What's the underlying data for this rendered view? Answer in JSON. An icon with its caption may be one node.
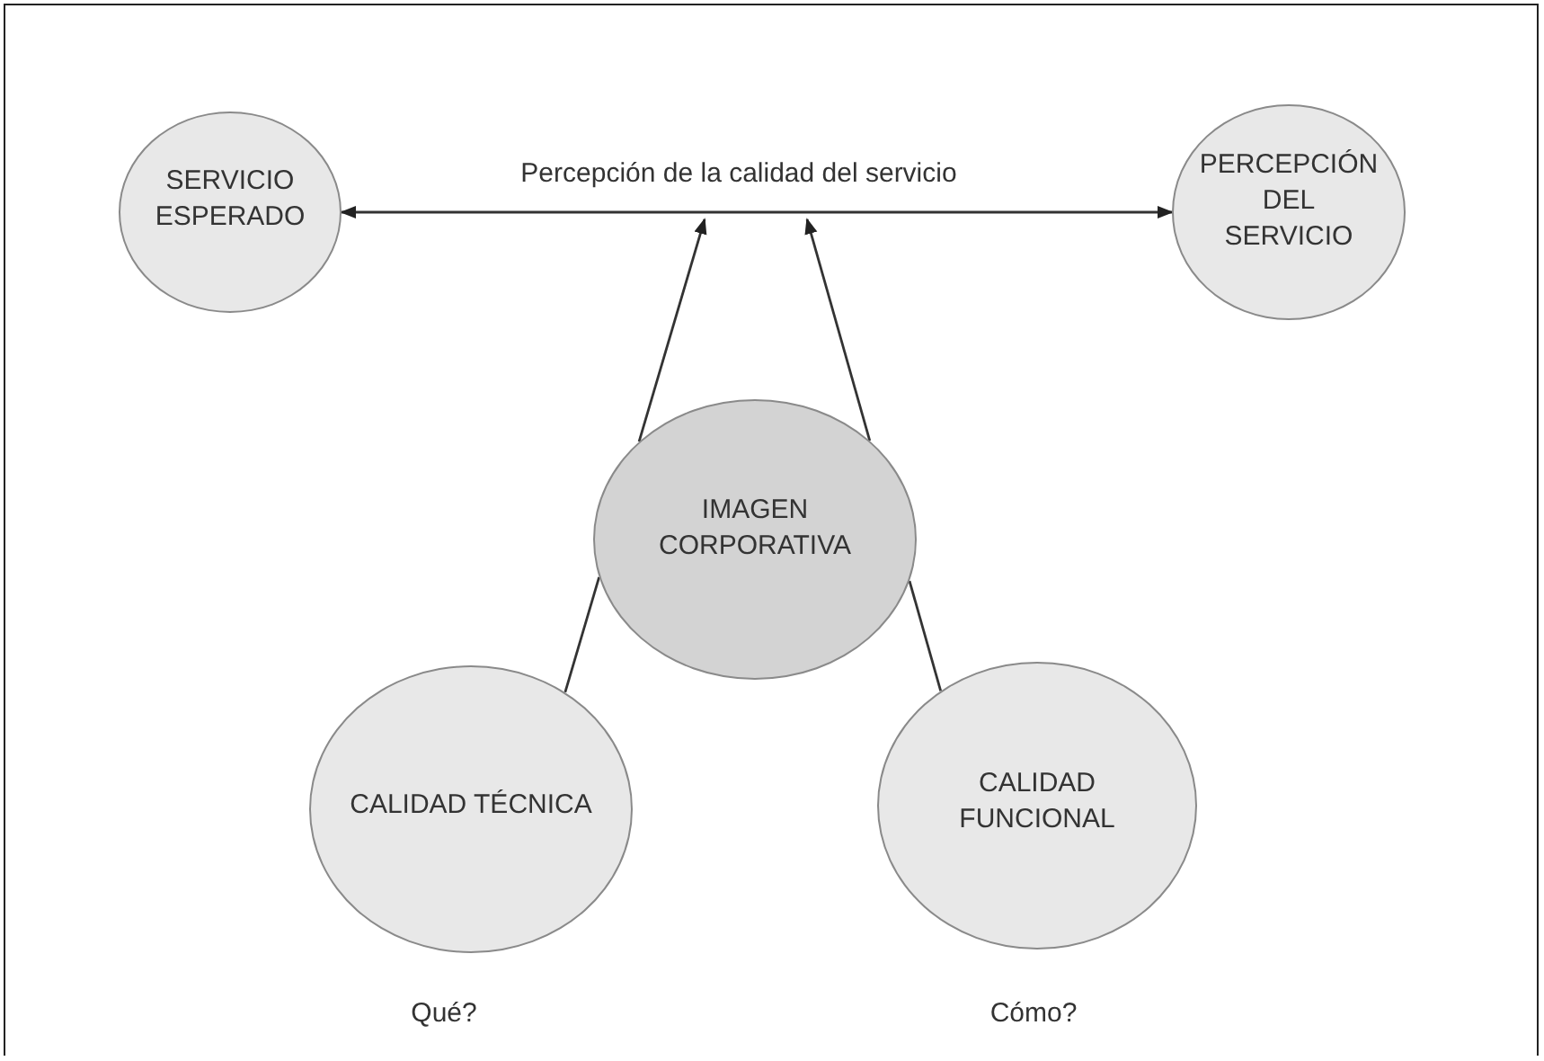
{
  "diagram": {
    "nodes": [
      {
        "text": [
          "SERVICIO ESPERADO"
        ]
      },
      {
        "text": [
          "PERCEPCIÓN DEL SERVICIO"
        ]
      },
      {
        "text": [
          "IMAGEN CORPORATIVA"
        ]
      },
      {
        "text": [
          "CALIDAD TÉCNICA"
        ],
        "beside": [
          "Qué?"
        ]
      },
      {
        "text": [
          "CALIDAD FUNCIONAL"
        ],
        "beside": [
          "Cómo?"
        ]
      }
    ],
    "edges": [
      {
        "from": 0,
        "to": 1,
        "arrow": "both",
        "label": "Percepción de la calidad del servicio"
      },
      {
        "from": 2,
        "to": null,
        "arrow": "to"
      },
      {
        "from": 2,
        "to": null,
        "arrow": "to"
      },
      {
        "from": 3,
        "to": 2,
        "arrow": "none"
      },
      {
        "from": 4,
        "to": 2,
        "arrow": "none"
      }
    ]
  }
}
